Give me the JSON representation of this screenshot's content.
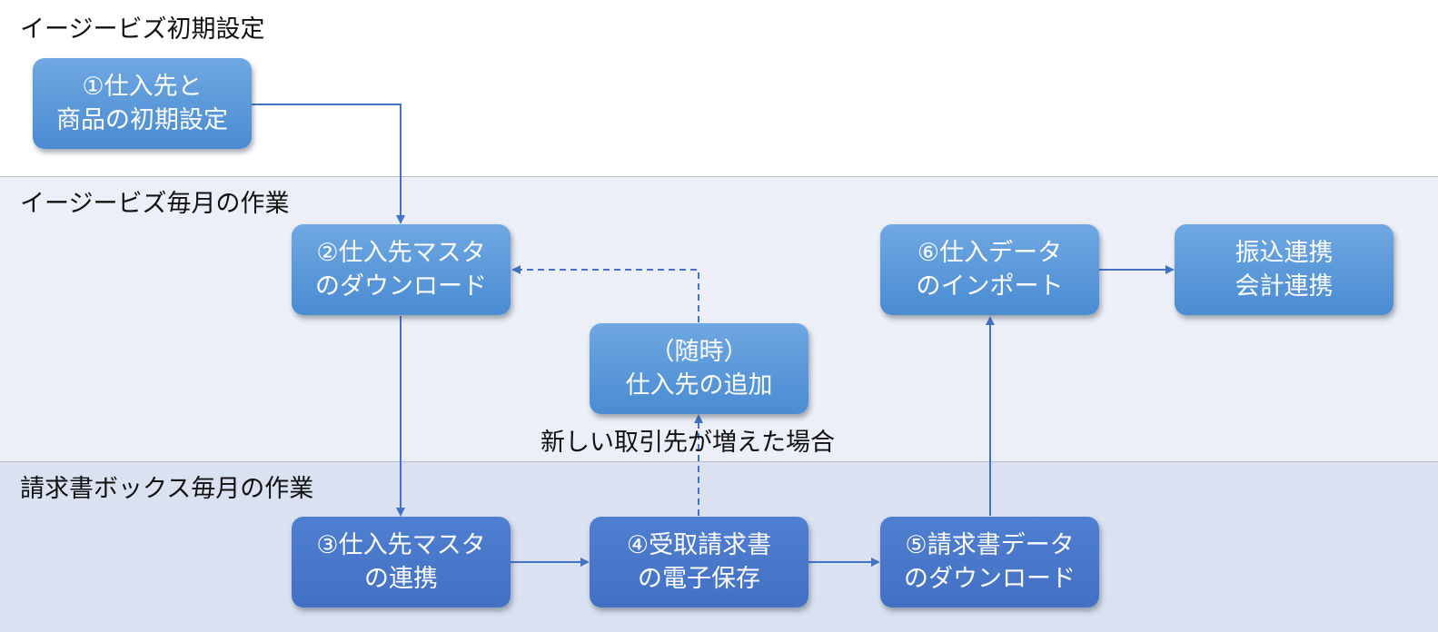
{
  "sections": {
    "setup": "イージービズ初期設定",
    "monthly": "イージービズ毎月の作業",
    "invoice": "請求書ボックス毎月の作業"
  },
  "boxes": {
    "step1": [
      "①仕入先と",
      "商品の初期設定"
    ],
    "step2": [
      "②仕入先マスタ",
      "のダウンロード"
    ],
    "step3": [
      "③仕入先マスタ",
      "の連携"
    ],
    "step4": [
      "④受取請求書",
      "の電子保存"
    ],
    "step5": [
      "⑤請求書データ",
      "のダウンロード"
    ],
    "step6": [
      "⑥仕入データ",
      "のインポート"
    ],
    "final": [
      "振込連携",
      "会計連携"
    ],
    "adhoc": [
      "（随時）",
      "仕入先の追加"
    ]
  },
  "note": "新しい取引先が増えた場合",
  "colors": {
    "arrow": "#4472c4",
    "box_light": "#5b9bd5",
    "box_dark": "#4472c4",
    "band_monthly": "#eceff7",
    "band_invoice": "#dae1f0"
  }
}
